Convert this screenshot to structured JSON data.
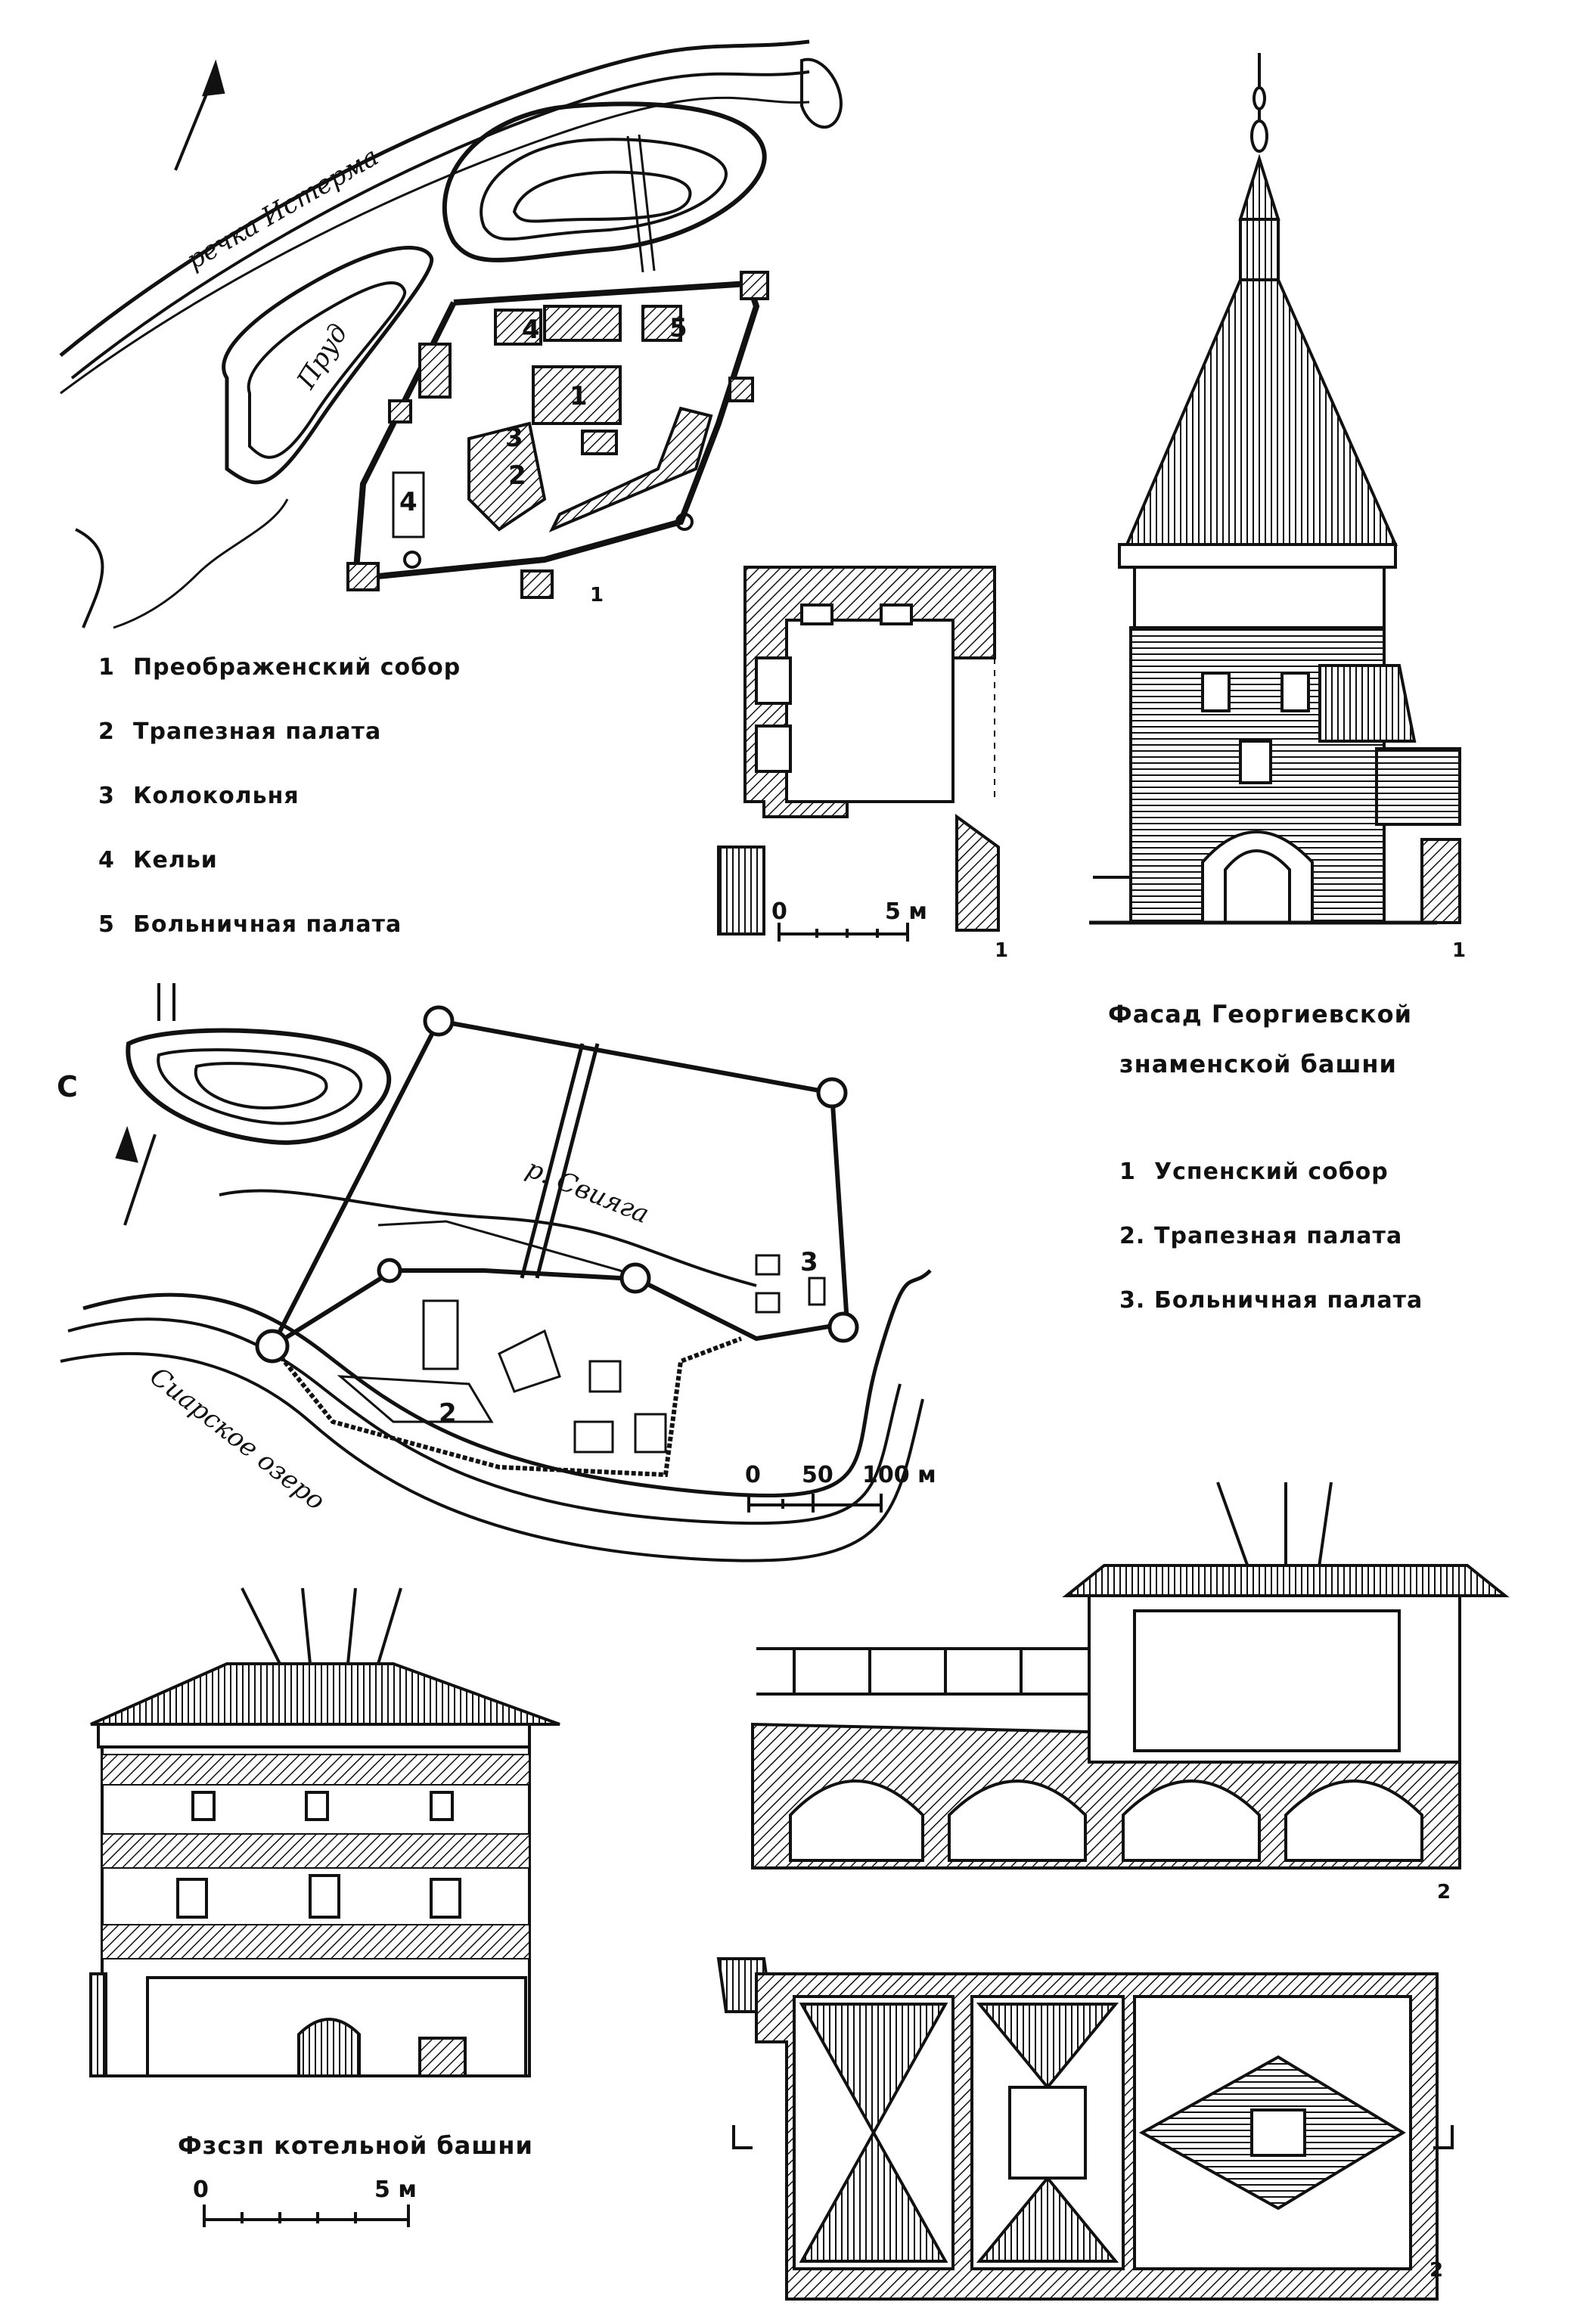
{
  "plan1": {
    "labels": {
      "river": "речка Истерма",
      "pond": "Пруд"
    },
    "building_numbers": [
      "1",
      "2",
      "3",
      "4",
      "4",
      "5"
    ],
    "figure_number": "1",
    "legend": [
      {
        "num": "1",
        "text": "Преображенский собор"
      },
      {
        "num": "2",
        "text": "Трапезная палата"
      },
      {
        "num": "3",
        "text": "Колокольня"
      },
      {
        "num": "4",
        "text": "Кельи"
      },
      {
        "num": "5",
        "text": "Больничная палата"
      }
    ]
  },
  "tower_plan": {
    "scale": {
      "start": "0",
      "end": "5 м"
    },
    "figure_number": "1"
  },
  "georgievskaya": {
    "caption_line1": "Фасад  Георгиевской",
    "caption_line2": "знаменской  башни",
    "figure_number": "1"
  },
  "plan2": {
    "labels": {
      "north": "С",
      "river": "р. Свияга",
      "lake": "Сиарское озеро"
    },
    "building_numbers": [
      "2",
      "3"
    ],
    "scale": {
      "start": "0",
      "mid": "50",
      "end": "100 м"
    },
    "legend": [
      {
        "num": "1",
        "text": "Успенский собор"
      },
      {
        "num": "2.",
        "text": "Трапезная палата"
      },
      {
        "num": "3.",
        "text": "Больничная палата"
      }
    ]
  },
  "kotelnaya": {
    "caption": "Фзсзп котельной башни",
    "scale": {
      "start": "0",
      "end": "5 м"
    }
  },
  "section2": {
    "figure_number": "2"
  },
  "plan3": {
    "figure_number": "2"
  }
}
